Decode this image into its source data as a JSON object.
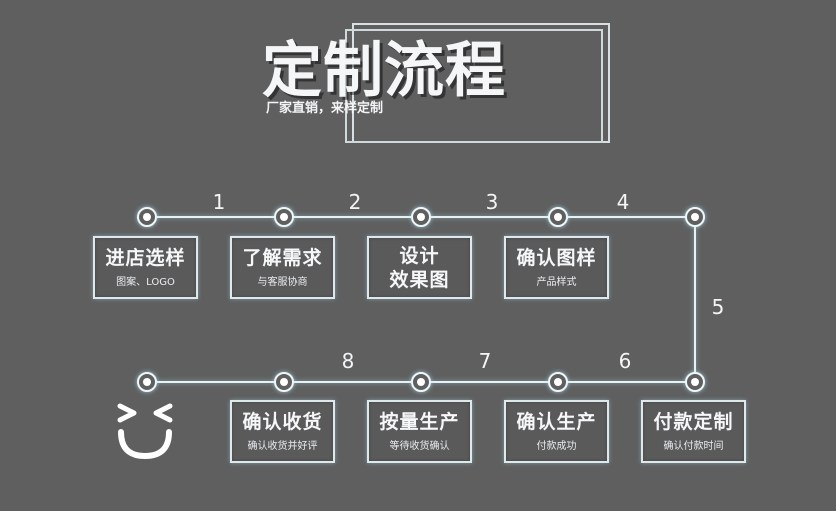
{
  "header": {
    "title": "定制流程",
    "subtitle": "厂家直销，来样定制"
  },
  "steps": [
    {
      "number": "1",
      "title": "进店选样",
      "sub": "图案、LOGO"
    },
    {
      "number": "2",
      "title": "了解需求",
      "sub": "与客服协商"
    },
    {
      "number": "3",
      "title_line1": "设计",
      "title_line2": "效果图"
    },
    {
      "number": "4",
      "title": "确认图样",
      "sub": "产品样式"
    },
    {
      "number": "5",
      "title": "付款定制",
      "sub": "确认付款时间"
    },
    {
      "number": "6",
      "title": "确认生产",
      "sub": "付款成功"
    },
    {
      "number": "7",
      "title": "按量生产",
      "sub": "等待收货确认"
    },
    {
      "number": "8",
      "title": "确认收货",
      "sub": "确认收货并好评"
    }
  ],
  "colors": {
    "background": "#5f5f60",
    "line": "#e7f2f5",
    "text": "#f5f7f8"
  },
  "icons": {
    "end": "smiley-face-icon"
  }
}
